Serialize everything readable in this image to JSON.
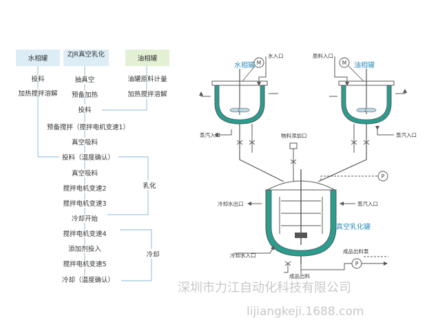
{
  "flowchart": {
    "box_water": "水相罐",
    "box_main": "ZJR真空乳化",
    "box_oil": "油相罐",
    "left_feed": "投料",
    "left_heat": "加热搅拌溶解",
    "mid_vacuum": "抽真空",
    "mid_preheat": "预备加热",
    "right_meter": "油罐原料计量",
    "right_heat": "加热搅拌溶解",
    "feed1": "投料",
    "prestir": "预备搅拌（搅拌电机变速1）",
    "vac_suck1": "真空吸料",
    "feed_temp": "投料（温度确认）",
    "vac_suck2": "真空吸料",
    "speed2": "搅拌电机变速2",
    "speed3": "搅拌电机变速3",
    "emulsify": "乳化",
    "cool_start": "冷却开始",
    "speed4": "搅拌电机变速4",
    "additive": "添加剂投入",
    "speed5": "搅拌电机变速5",
    "cool_confirm": "冷却（温度确认）",
    "cooling": "冷却"
  },
  "diagram": {
    "water_tank": "水相罐",
    "oil_tank": "油相罐",
    "main_tank": "真空乳化罐",
    "water_inlet": "水入口",
    "raw_inlet": "原料入口",
    "steam_inlet_left": "蒸汽入口",
    "steam_inlet_right": "蒸汽入口",
    "additive_inlet": "物料添加口",
    "cooling_water_outlet": "冷却水出口",
    "steam_inlet_main": "蒸汽入口",
    "cooling_water_inlet": "冷却水入口",
    "product_pump": "成品出料泵",
    "product_outlet": "成品出料",
    "motor_symbol": "M",
    "pump_symbol": "P"
  },
  "watermark": {
    "company": "深圳市力江自动化科技有限公司",
    "site": "lijiangkeji.1688.com"
  },
  "colors": {
    "box_fill": "#dcedf5",
    "tank_jacket": "#2a9d8f",
    "line_blue": "#7bb7d6",
    "text": "#333333"
  }
}
